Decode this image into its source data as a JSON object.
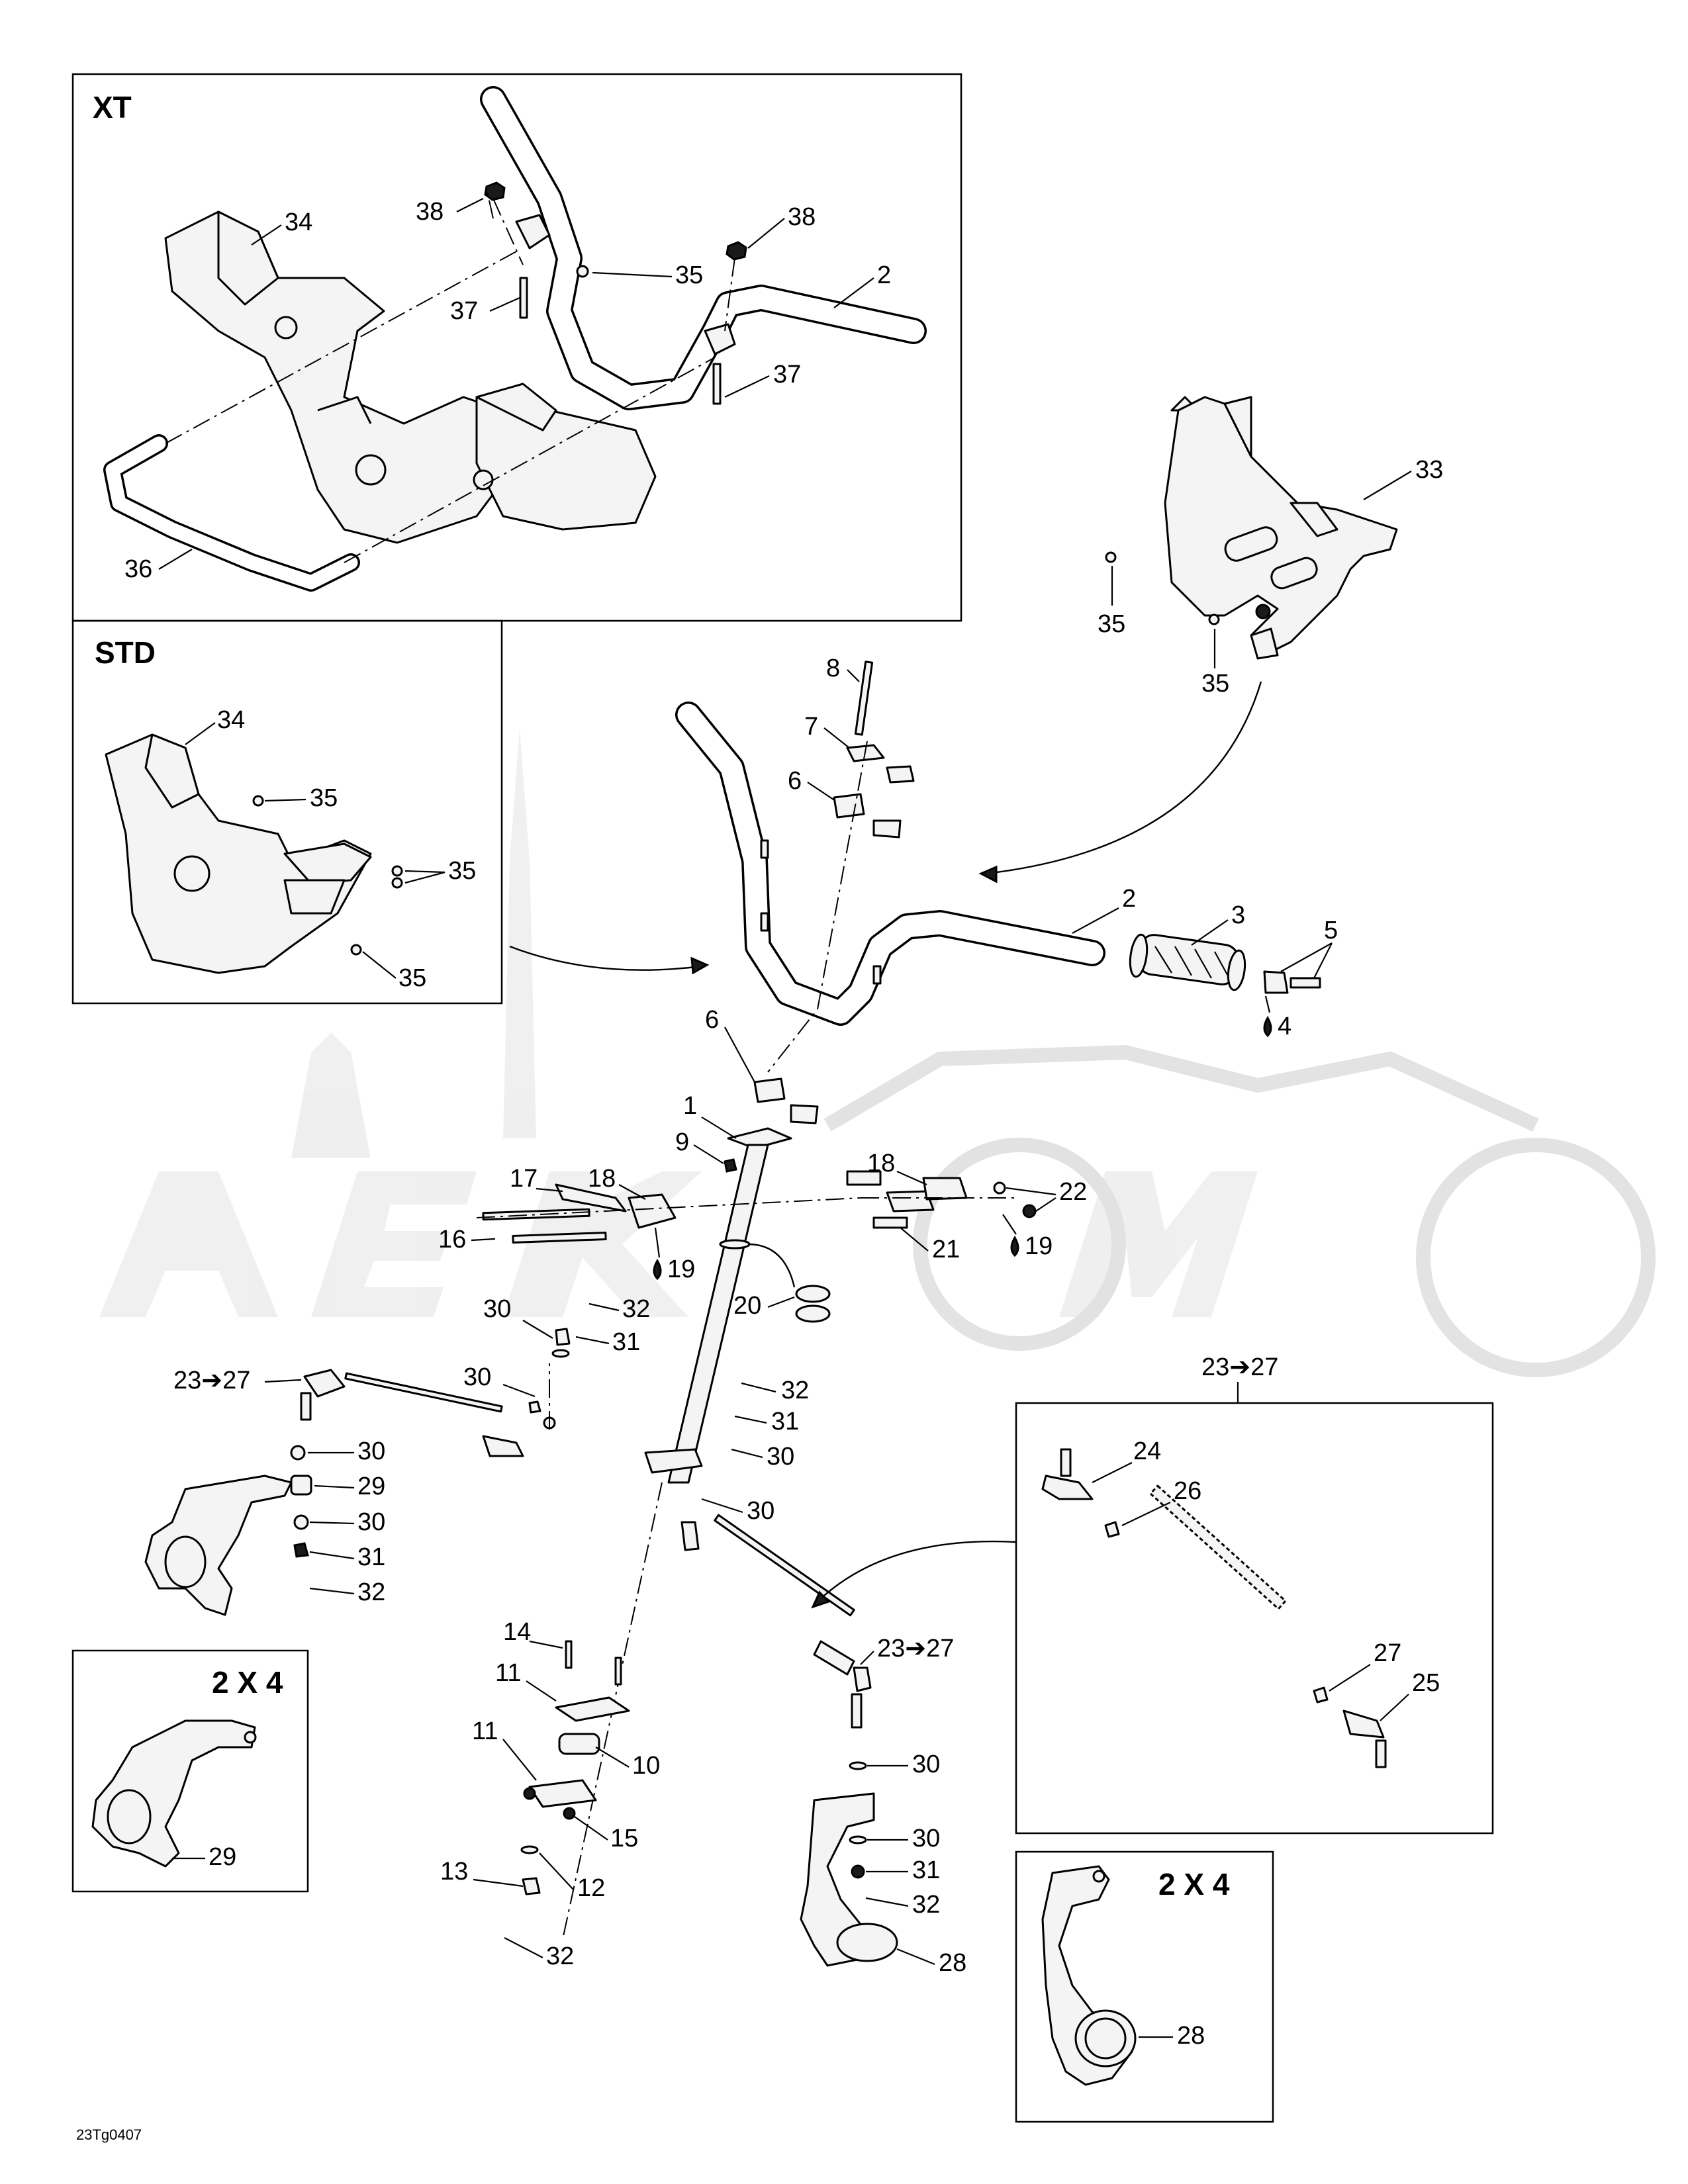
{
  "boxes": {
    "xt": "XT",
    "std": "STD",
    "two_by_four_a": "2 X 4",
    "two_by_four_b": "2 X 4"
  },
  "drawing_code": "23Tg0407",
  "callouts": {
    "xt_34": "34",
    "xt_38a": "38",
    "xt_38b": "38",
    "xt_35": "35",
    "xt_2": "2",
    "xt_37a": "37",
    "xt_37b": "37",
    "xt_36": "36",
    "std_34": "34",
    "std_35a": "35",
    "std_35b": "35",
    "std_35c": "35",
    "g33": "33",
    "g35a": "35",
    "g35b": "35",
    "c8": "8",
    "c7": "7",
    "c6a": "6",
    "c2": "2",
    "c3": "3",
    "c5": "5",
    "c4": "4",
    "c6b": "6",
    "c1": "1",
    "c9": "9",
    "c17": "17",
    "c18a": "18",
    "c18b": "18",
    "c22": "22",
    "c16": "16",
    "c19a": "19",
    "c19b": "19",
    "c21": "21",
    "c20": "20",
    "c30a": "30",
    "c32a": "32",
    "c31a": "31",
    "c30b": "30",
    "c32b": "32",
    "c31b": "31",
    "c30c": "30",
    "c30d": "30",
    "c23_27a": "23➔27",
    "c30e": "30",
    "c29": "29",
    "c30f": "30",
    "c31c": "31",
    "c32c": "32",
    "c14": "14",
    "c11a": "11",
    "c11b": "11",
    "c10": "10",
    "c15": "15",
    "c13": "13",
    "c12": "12",
    "c32d": "32",
    "c23_27b": "23➔27",
    "c30g": "30",
    "c30h": "30",
    "c31d": "31",
    "c32e": "32",
    "c28a": "28",
    "c23_27c": "23➔27",
    "c24": "24",
    "c26": "26",
    "c27": "27",
    "c25": "25",
    "c29b": "29",
    "c28b": "28"
  }
}
